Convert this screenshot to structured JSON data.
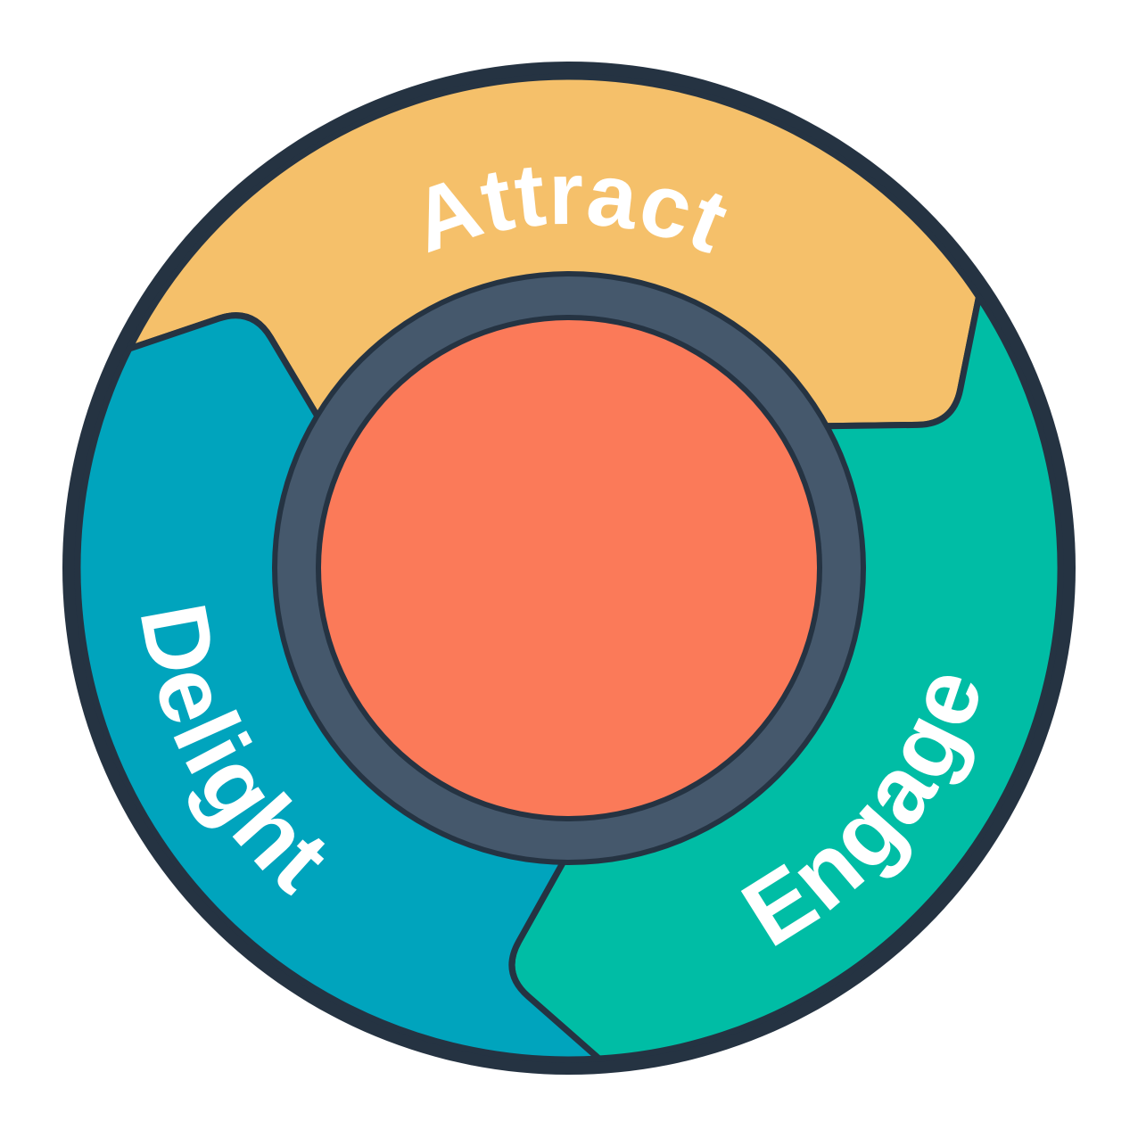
{
  "diagram": {
    "name": "flywheel",
    "labels": {
      "attract": "Attract",
      "engage": "Engage",
      "delight": "Delight"
    },
    "colors": {
      "attract_segment": "#F5C06A",
      "engage_segment": "#00BDA5",
      "delight_segment": "#00A4BD",
      "center_disc": "#FB7A59",
      "inner_ring": "#45586C",
      "outline": "#253342",
      "label_text": "#FFFFFF",
      "background": "#FFFFFF"
    }
  }
}
